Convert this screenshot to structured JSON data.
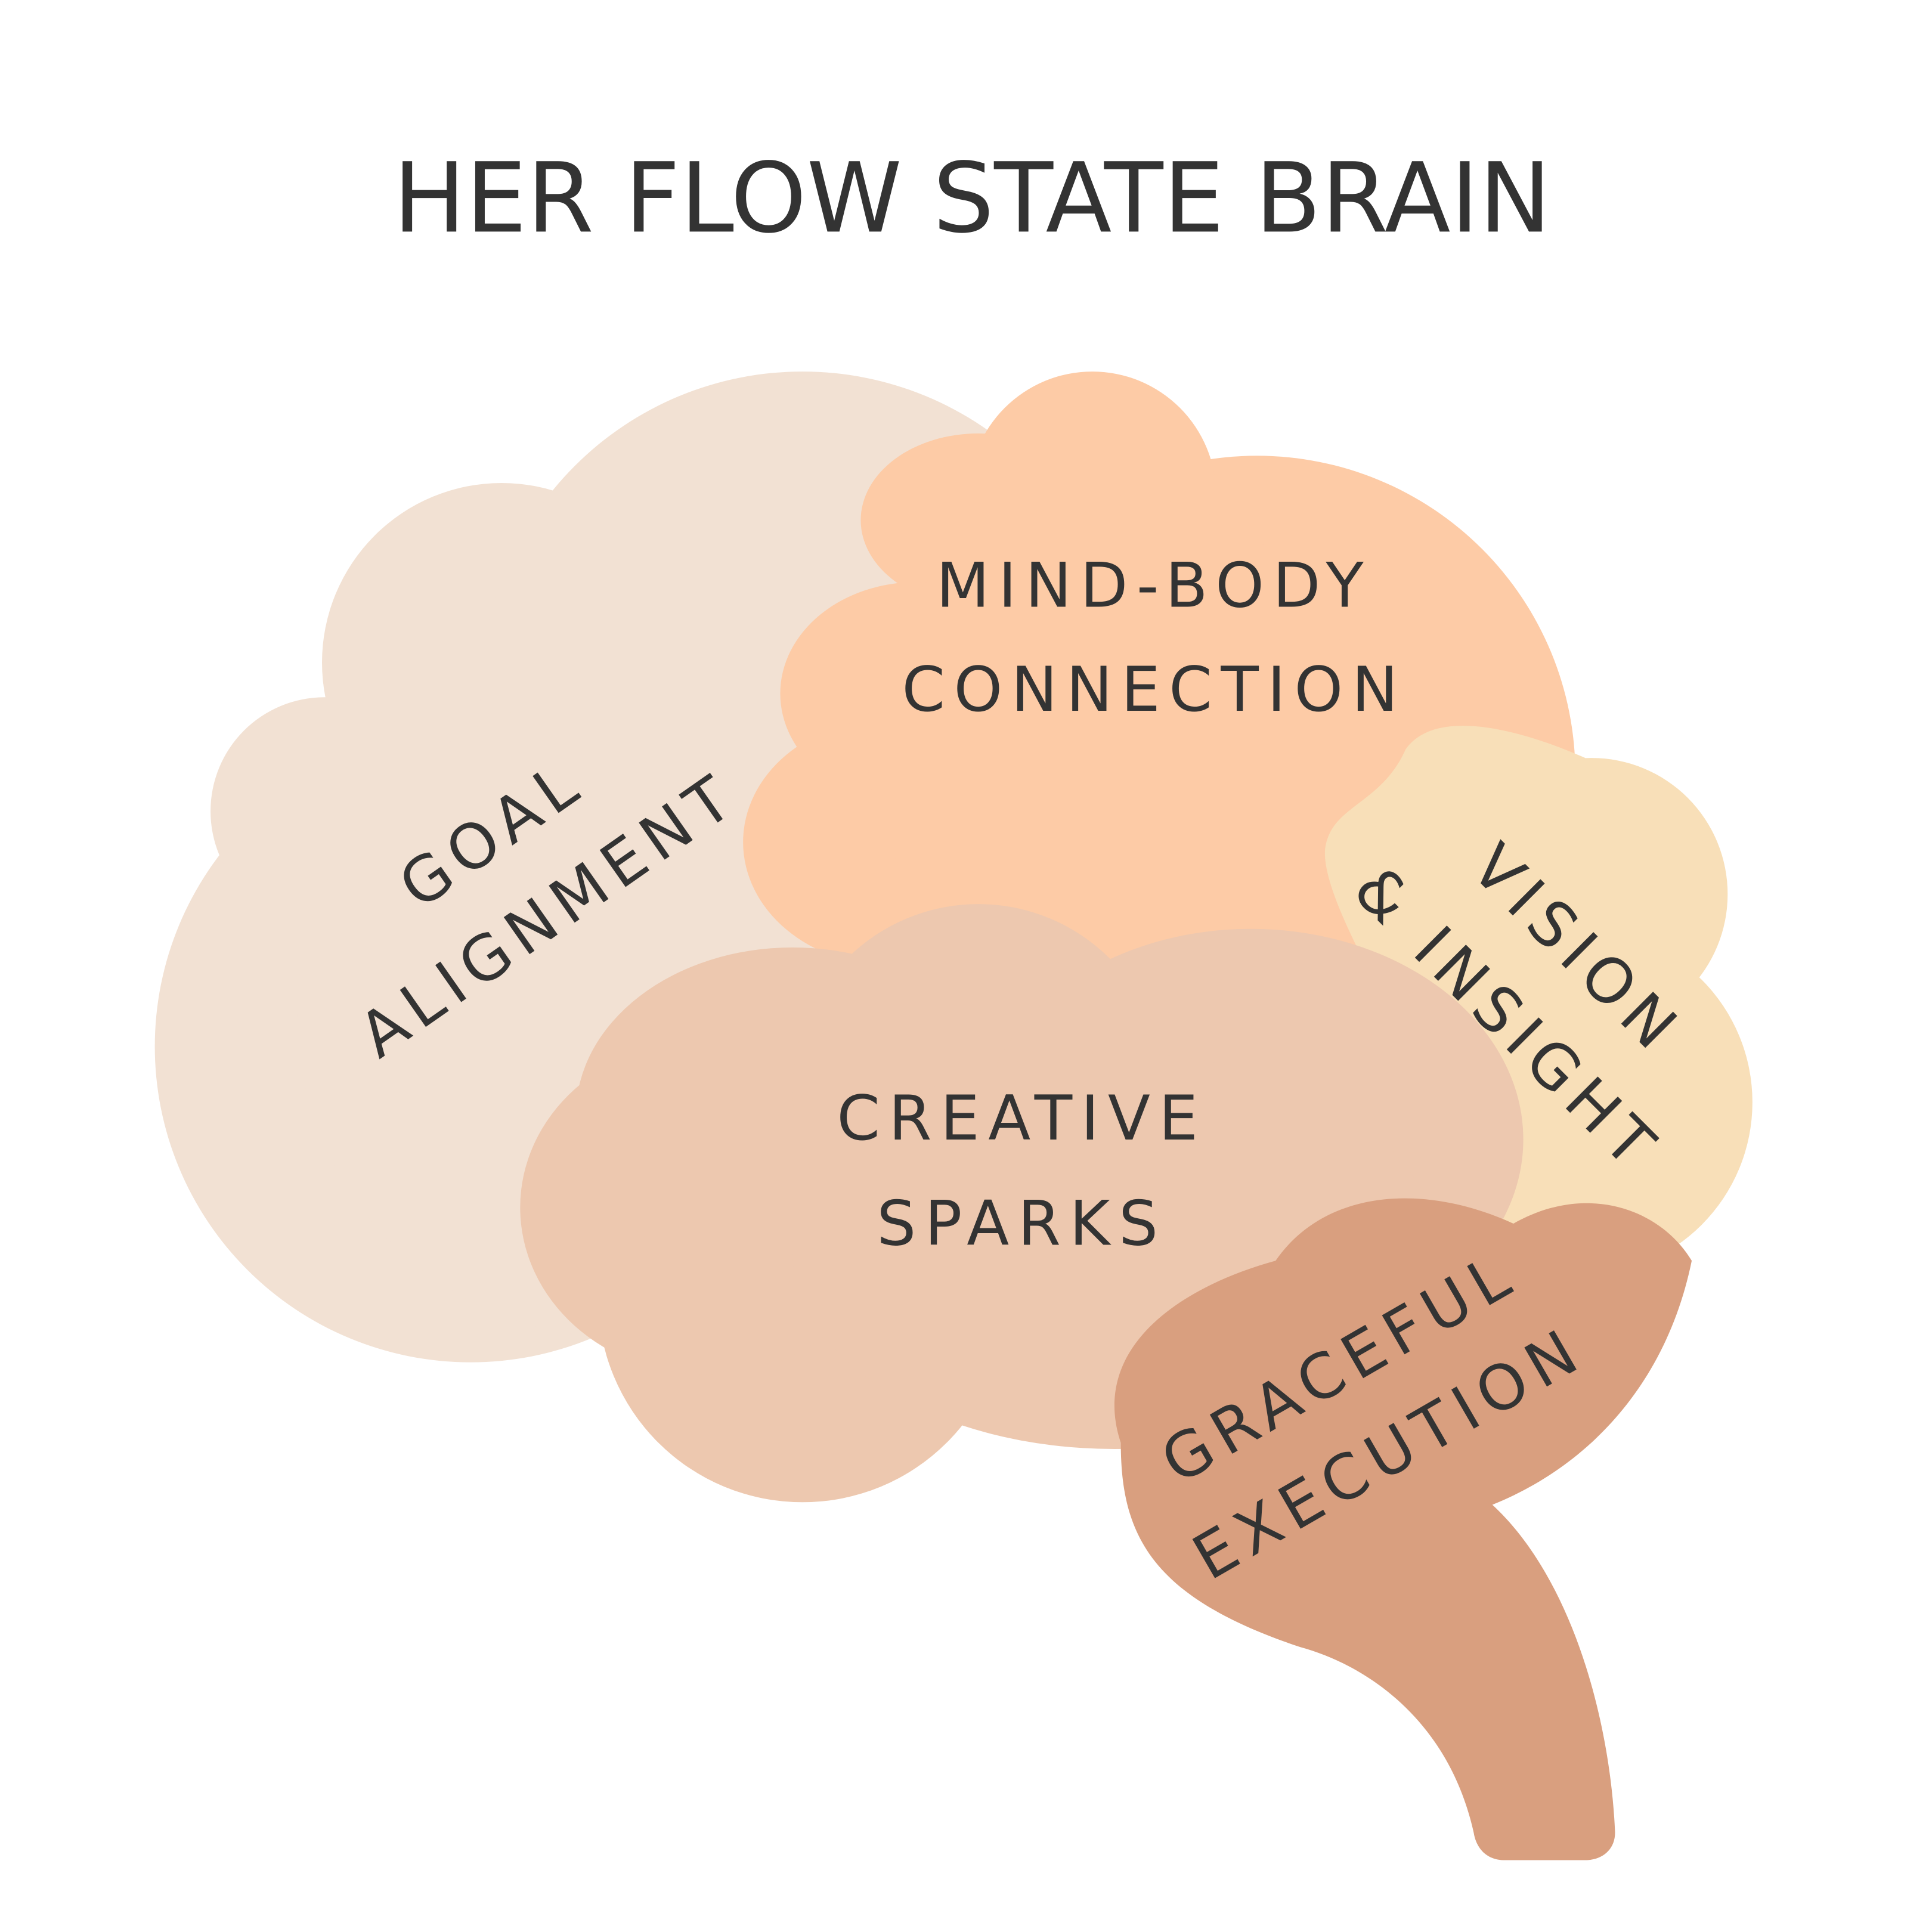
{
  "title": "HER FLOW STATE BRAIN",
  "regions": {
    "goal": {
      "line1": "GOAL",
      "line2": "ALIGNMENT",
      "color": "#F2E1D3"
    },
    "mindbody": {
      "line1": "MIND-BODY",
      "line2": "CONNECTION",
      "color": "#FDCBA6"
    },
    "vision": {
      "line1": "VISION",
      "line2": "& INSIGHT",
      "color": "#F8DFB8"
    },
    "creative": {
      "line1": "CREATIVE",
      "line2": "SPARKS",
      "color": "#EDC8AF"
    },
    "graceful": {
      "line1": "GRACEFUL",
      "line2": "EXECUTION",
      "color": "#D99F7F"
    }
  }
}
